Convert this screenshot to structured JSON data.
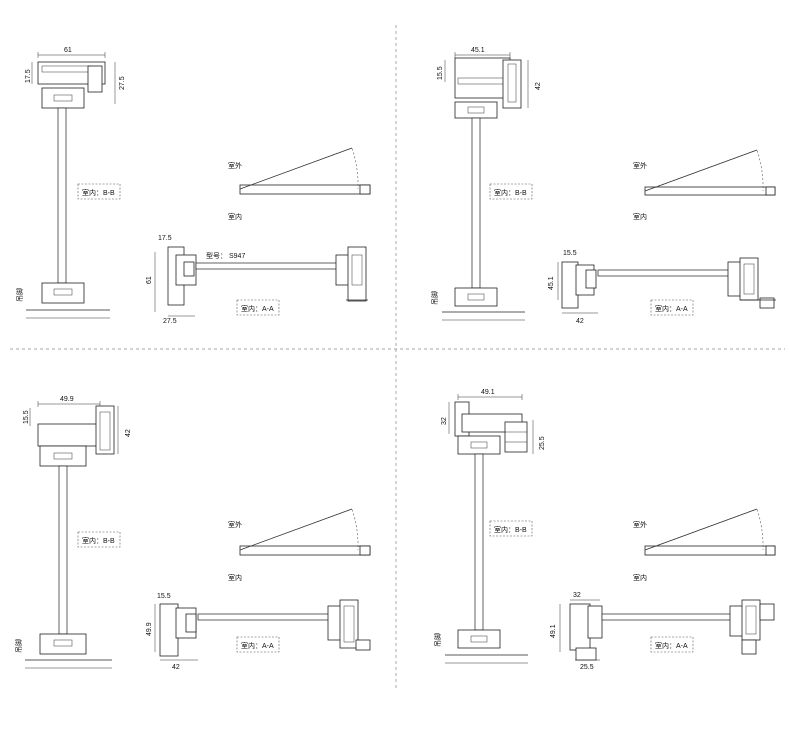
{
  "panels": [
    {
      "bb_label": "室内：B-B",
      "aa_label": "室内：A-A",
      "outside": "室外",
      "inside": "室内",
      "side_label": "吊脚",
      "top_width": "61",
      "top_height_left": "17.5",
      "top_height_right": "27.5",
      "aa_height_top": "17.5",
      "aa_height": "61",
      "aa_width": "27.5",
      "model_label": "型号：",
      "model_value": "S947"
    },
    {
      "bb_label": "室内：B-B",
      "aa_label": "室内：A-A",
      "outside": "室外",
      "inside": "室内",
      "side_label": "吊脚",
      "top_width": "45.1",
      "top_height_left": "15.5",
      "top_height_right": "42",
      "aa_height_top": "15.5",
      "aa_height": "45.1",
      "aa_width": "42"
    },
    {
      "bb_label": "室内：B-B",
      "aa_label": "室内：A-A",
      "outside": "室外",
      "inside": "室内",
      "side_label": "吊脚",
      "top_width": "49.9",
      "top_height_left": "15.5",
      "top_height_right": "42",
      "aa_height_top": "15.5",
      "aa_height": "49.9",
      "aa_width": "42"
    },
    {
      "bb_label": "室内：B-B",
      "aa_label": "室内：A-A",
      "outside": "室外",
      "inside": "室内",
      "side_label": "吊脚",
      "top_width": "49.1",
      "top_height_left": "32",
      "top_height_right": "25.5",
      "aa_height_top": "32",
      "aa_height": "49.1",
      "aa_width": "25.5"
    }
  ]
}
